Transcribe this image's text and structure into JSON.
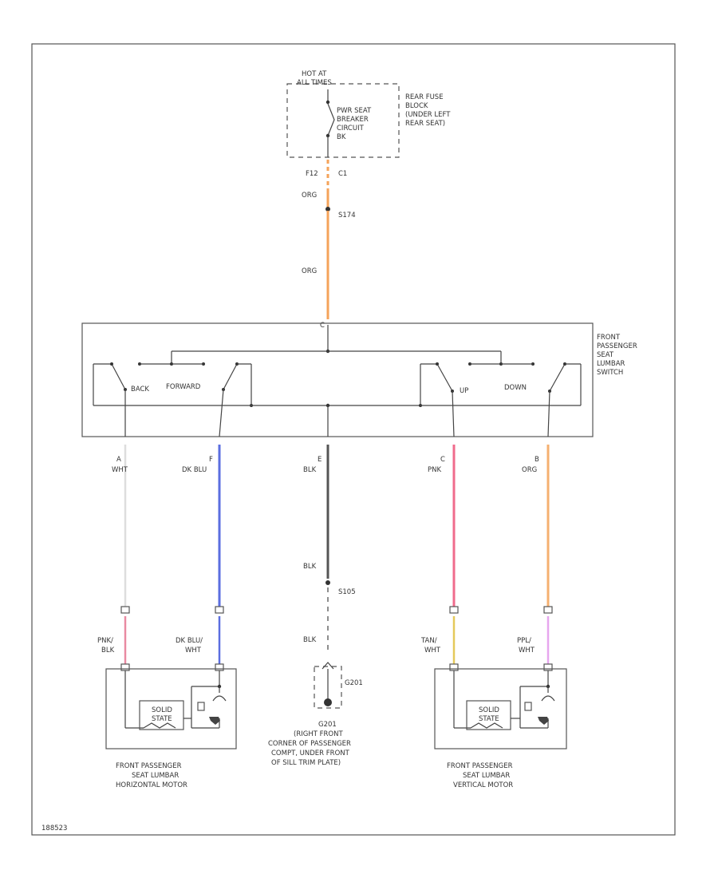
{
  "fuse_block": {
    "hot_label_1": "HOT AT",
    "hot_label_2": "ALL TIMES",
    "breaker_label": [
      "PWR SEAT",
      "BREAKER",
      "CIRCUIT",
      "BK"
    ],
    "location_label": [
      "REAR FUSE",
      "BLOCK",
      "(UNDER LEFT",
      "REAR SEAT)"
    ]
  },
  "feed": {
    "pin_left": "F12",
    "pin_right": "C1",
    "wire_color_top": "ORG",
    "connector": "S174",
    "wire_color_mid": "ORG",
    "color": "#f5a35a"
  },
  "switch": {
    "label": [
      "FRONT",
      "PASSENGER",
      "SEAT",
      "LUMBAR",
      "SWITCH"
    ],
    "pos_back": "BACK",
    "pos_forward": "FORWARD",
    "pos_up": "UP",
    "pos_down": "DOWN"
  },
  "wires": [
    {
      "pin": "A",
      "color_name": "WHT",
      "color": "#dddddd"
    },
    {
      "pin": "F",
      "color_name": "DK BLU",
      "color": "#5b6ee0"
    },
    {
      "pin": "E",
      "color_name": "BLK",
      "color": "#555555"
    },
    {
      "pin": "C",
      "color_name": "PNK",
      "color": "#f06b8c"
    },
    {
      "pin": "B",
      "color_name": "ORG",
      "color": "#f5b070"
    }
  ],
  "ground": {
    "wire_color_1": "BLK",
    "connector": "S105",
    "wire_color_2": "BLK",
    "ground_id": "G201",
    "label": "G201",
    "location": [
      "(RIGHT FRONT",
      "CORNER OF PASSENGER",
      "COMPT, UNDER FRONT",
      "OF SILL TRIM PLATE)"
    ]
  },
  "motor_left": {
    "wire_1_color": "PNK/",
    "wire_1_color_b": "BLK",
    "wire_2_color": "DK BLU/",
    "wire_2_color_b": "WHT",
    "solid_state": [
      "SOLID",
      "STATE"
    ],
    "label": [
      "FRONT PASSENGER",
      "SEAT LUMBAR",
      "HORIZONTAL MOTOR"
    ],
    "pink_color": "#e98aa2"
  },
  "motor_right": {
    "wire_1_color": "TAN/",
    "wire_1_color_b": "WHT",
    "wire_2_color": "PPL/",
    "wire_2_color_b": "WHT",
    "solid_state": [
      "SOLID",
      "STATE"
    ],
    "label": [
      "FRONT PASSENGER",
      "SEAT LUMBAR",
      "VERTICAL MOTOR"
    ],
    "tan_color": "#e5c95a",
    "ppl_color": "#e7a6ee"
  },
  "footer_id": "188523"
}
